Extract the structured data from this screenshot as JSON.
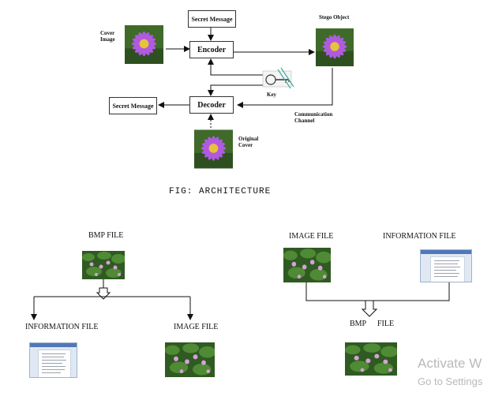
{
  "architecture": {
    "secret_message_top": "Secret Message",
    "encoder": "Encoder",
    "decoder": "Decoder",
    "secret_message_left": "Secret Message",
    "cover_image": [
      "Cover",
      "Image"
    ],
    "stego_object": "Stego Object",
    "key": "Key",
    "communication_channel": [
      "Communication",
      "Channel"
    ],
    "original_cover": [
      "Original",
      "Cover"
    ],
    "caption": "FIG: ARCHITECTURE"
  },
  "extract": {
    "bmp_file": "BMP FILE",
    "information_file": "INFORMATION FILE",
    "image_file": "IMAGE FILE"
  },
  "embed": {
    "image_file": "IMAGE FILE",
    "information_file": "INFORMATION FILE",
    "bmp": "BMP",
    "file": "FILE"
  },
  "watermark": {
    "line1": "Activate W",
    "line2": "Go to Settings"
  },
  "colors": {
    "flower_petal": "#b05ae0",
    "flower_center": "#e8c23a",
    "leaf_green": "#3c7a2a",
    "doc_blue": "#4f78b8"
  }
}
